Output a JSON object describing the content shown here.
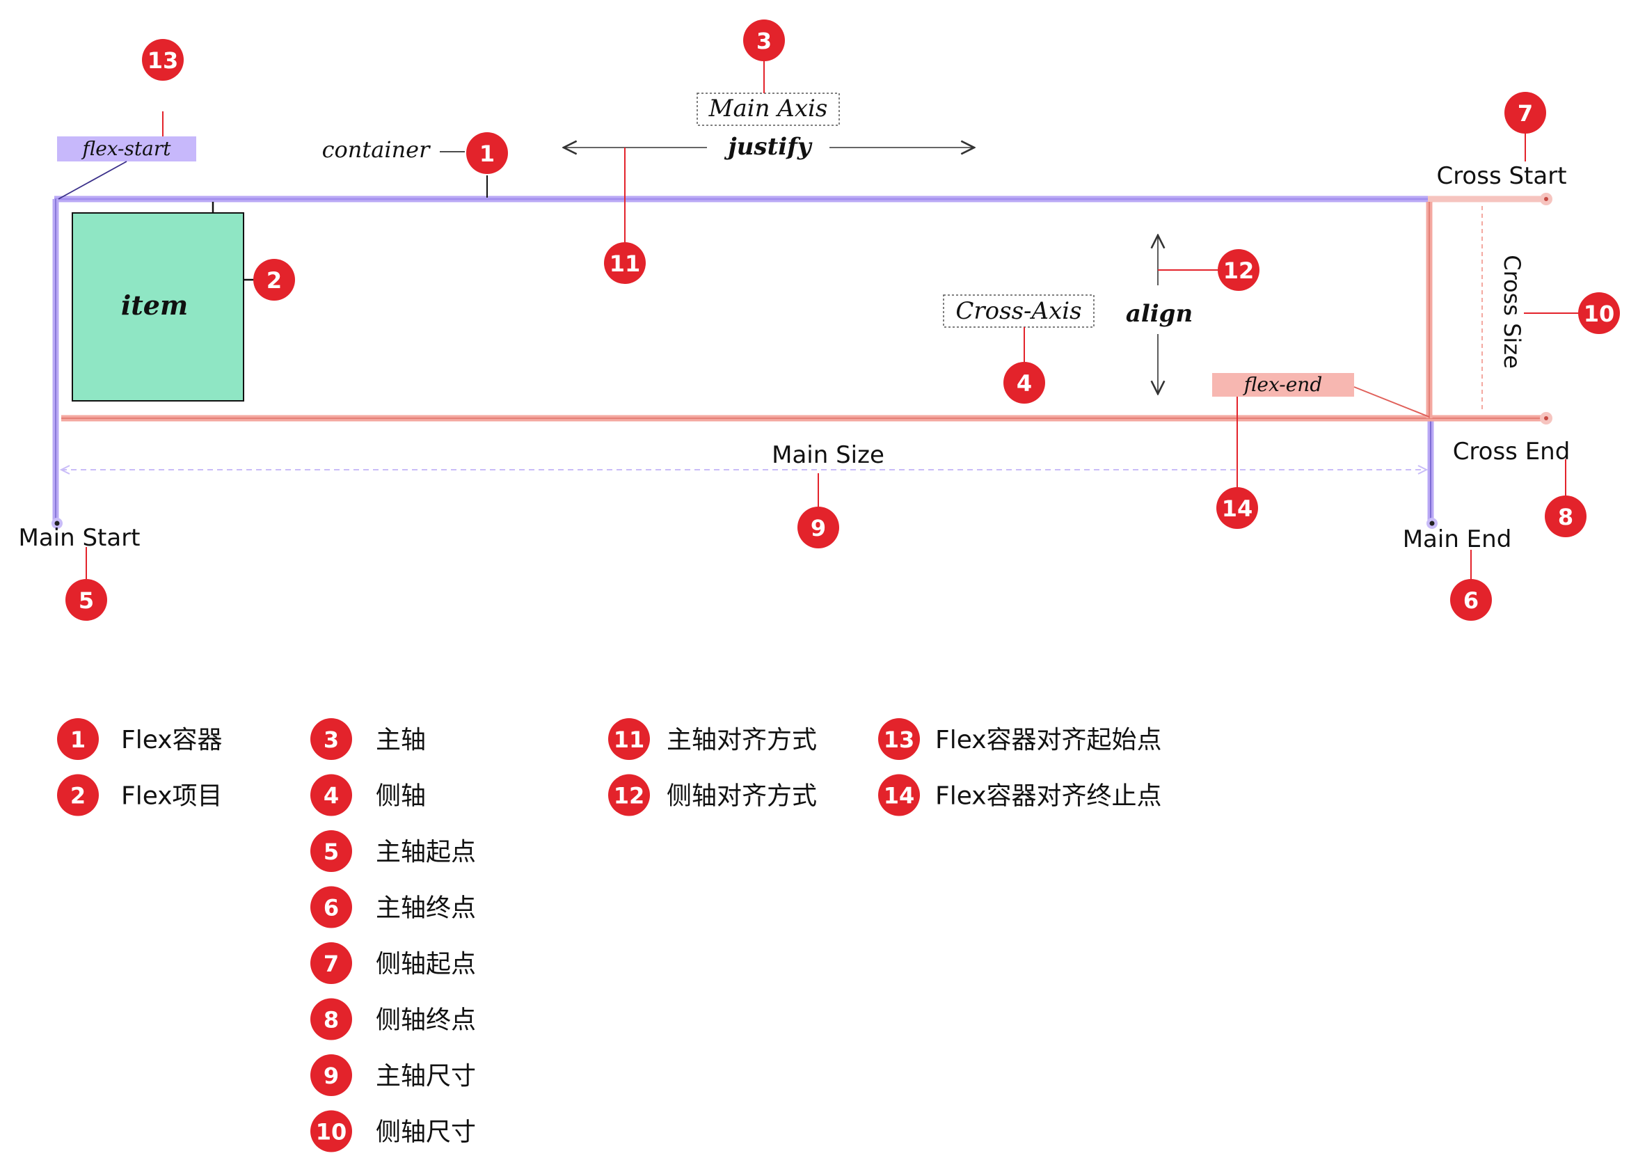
{
  "colors": {
    "main_axis": "#b9a8f5",
    "cross_axis": "#f4a8a0",
    "item_fill": "#8fe6c4",
    "badge": "#e3232b",
    "flex_start_bg": "#c7b8fb",
    "flex_end_bg": "#f7b7b1"
  },
  "labels": {
    "main_axis": "Main Axis",
    "justify": "justify",
    "container": "container",
    "flex_start": "flex-start",
    "flex_end": "flex-end",
    "item": "item",
    "cross_axis": "Cross-Axis",
    "align": "align",
    "cross_start": "Cross Start",
    "cross_end": "Cross End",
    "cross_size": "Cross Size",
    "main_size": "Main Size",
    "main_start": "Main Start",
    "main_end": "Main End"
  },
  "badges": {
    "b1": "1",
    "b2": "2",
    "b3": "3",
    "b4": "4",
    "b5": "5",
    "b6": "6",
    "b7": "7",
    "b8": "8",
    "b9": "9",
    "b10": "10",
    "b11": "11",
    "b12": "12",
    "b13": "13",
    "b14": "14"
  },
  "legend": [
    {
      "num": "1",
      "text": "Flex容器"
    },
    {
      "num": "2",
      "text": "Flex项目"
    },
    {
      "num": "3",
      "text": "主轴"
    },
    {
      "num": "4",
      "text": "侧轴"
    },
    {
      "num": "5",
      "text": "主轴起点"
    },
    {
      "num": "6",
      "text": "主轴终点"
    },
    {
      "num": "7",
      "text": "侧轴起点"
    },
    {
      "num": "8",
      "text": "侧轴终点"
    },
    {
      "num": "9",
      "text": "主轴尺寸"
    },
    {
      "num": "10",
      "text": "侧轴尺寸"
    },
    {
      "num": "11",
      "text": "主轴对齐方式"
    },
    {
      "num": "12",
      "text": "侧轴对齐方式"
    },
    {
      "num": "13",
      "text": "Flex容器对齐起始点"
    },
    {
      "num": "14",
      "text": "Flex容器对齐终止点"
    }
  ]
}
